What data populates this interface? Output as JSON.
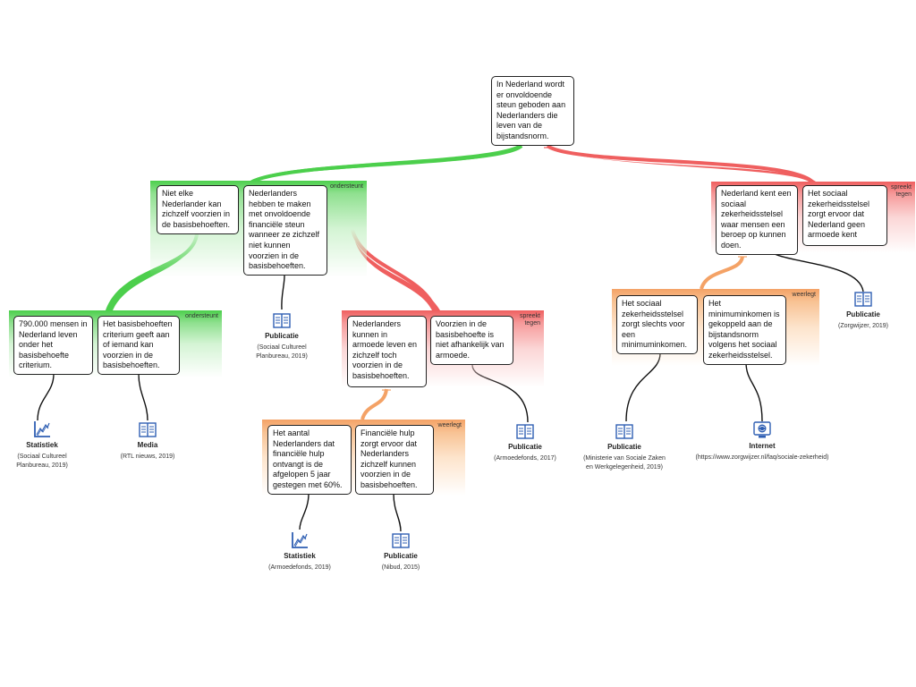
{
  "root": {
    "text": "In Nederland wordt er onvoldoende steun geboden aan Nederlanders die leven van de bijstandsnorm."
  },
  "groups": [
    {
      "id": "g1",
      "color": "green",
      "label": "ondersteunt",
      "boxes": [
        "Niet elke Nederlander kan zichzelf voorzien in de basisbehoeften.",
        "Nederlanders hebben te maken met onvoldoende financiële steun wanneer ze zichzelf niet kunnen voorzien in de basisbehoeften."
      ]
    },
    {
      "id": "g2",
      "color": "green",
      "label": "ondersteunt",
      "boxes": [
        "790.000 mensen in Nederland leven onder het basisbehoefte criterium.",
        "Het basisbehoeften criterium geeft aan of iemand kan voorzien in de basisbehoeften."
      ]
    },
    {
      "id": "g3",
      "color": "red",
      "label": "spreekt tegen",
      "boxes": [
        "Nederlanders kunnen in armoede leven en zichzelf toch voorzien in de basisbehoeften.",
        "Voorzien in de basisbehoefte is niet afhankelijk van armoede."
      ]
    },
    {
      "id": "g4",
      "color": "orange",
      "label": "weerlegt",
      "boxes": [
        "Het aantal Nederlanders dat financiële hulp ontvangt is de afgelopen 5 jaar gestegen met 60%.",
        "Financiële hulp zorgt ervoor dat Nederlanders zichzelf kunnen voorzien in de basisbehoeften."
      ]
    },
    {
      "id": "g5",
      "color": "red",
      "label": "spreekt tegen",
      "boxes": [
        "Nederland kent een sociaal zekerheidsstelsel waar mensen een beroep op kunnen doen.",
        "Het sociaal zekerheidsstelsel zorgt ervoor dat Nederland geen armoede kent"
      ]
    },
    {
      "id": "g6",
      "color": "orange",
      "label": "weerlegt",
      "boxes": [
        "Het sociaal zekerheidsstelsel zorgt slechts voor een minimuminkomen.",
        "Het minimuminkomen is gekoppeld aan de bijstandsnorm volgens het sociaal zekerheidsstelsel."
      ]
    }
  ],
  "sources": [
    {
      "id": "s1",
      "icon": "statistics-icon",
      "type": "Statistiek",
      "cite": "(Sociaal Cultureel Planbureau, 2019)"
    },
    {
      "id": "s2",
      "icon": "book-icon",
      "type": "Media",
      "cite": "(RTL nieuws, 2019)"
    },
    {
      "id": "s3",
      "icon": "book-icon",
      "type": "Publicatie",
      "cite": "(Sociaal Cultureel Planbureau, 2019)"
    },
    {
      "id": "s4",
      "icon": "book-icon",
      "type": "Publicatie",
      "cite": "(Armoedefonds, 2017)"
    },
    {
      "id": "s5",
      "icon": "statistics-icon",
      "type": "Statistiek",
      "cite": "(Armoedefonds, 2019)"
    },
    {
      "id": "s6",
      "icon": "book-icon",
      "type": "Publicatie",
      "cite": "(Nibud, 2015)"
    },
    {
      "id": "s7",
      "icon": "book-icon",
      "type": "Publicatie",
      "cite": "(Ministerie van Sociale Zaken en Werkgelegenheid, 2019)"
    },
    {
      "id": "s8",
      "icon": "globe-icon",
      "type": "Internet",
      "cite": "(https://www.zorgwijzer.nl/faq/sociale-zekerheid)"
    },
    {
      "id": "s9",
      "icon": "book-icon",
      "type": "Publicatie",
      "cite": "(Zorgwijzer, 2019)"
    }
  ],
  "colors": {
    "support": "#4ccf4c",
    "oppose": "#ef5f5f",
    "rebut": "#f4a266",
    "icon": "#2f5fb3"
  }
}
